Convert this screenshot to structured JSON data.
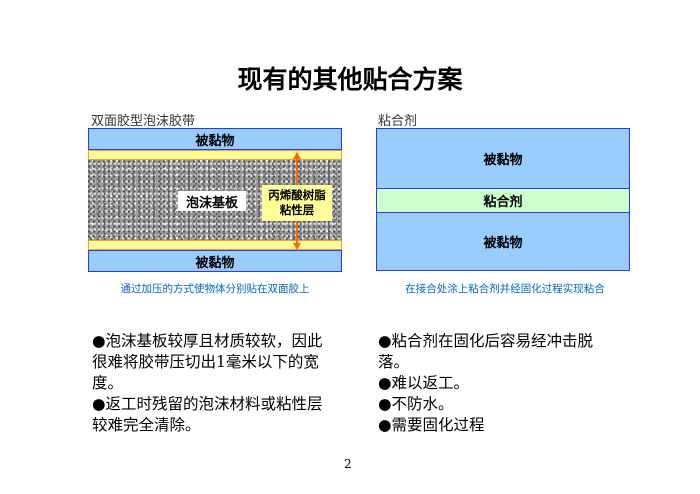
{
  "title": "现有的其他贴合方案",
  "left": {
    "label": "双面胶型泡沫胶带",
    "substrate_top": "被黏物",
    "foam": "泡沫基板",
    "adhesive_layer": "丙烯酸树脂\n粘性层",
    "adhesive_layer_l1": "丙烯酸树脂",
    "adhesive_layer_l2": "粘性层",
    "substrate_bottom": "被黏物",
    "caption": "通过加压的方式使物体分别贴在双面胶上",
    "bullets": [
      "●泡沫基板较厚且材质较软，因此很难将胶带压切出1毫米以下的宽度。",
      "●返工时残留的泡沫材料或粘性层较难完全清除。"
    ]
  },
  "right": {
    "label": "粘合剂",
    "substrate_top": "被黏物",
    "adhesive": "粘合剂",
    "substrate_bottom": "被黏物",
    "caption": "在接合处涂上粘合剂并经固化过程实现粘合",
    "bullets": [
      "●粘合剂在固化后容易经冲击脱落。",
      "●难以返工。",
      "●不防水。",
      "●需要固化过程"
    ]
  },
  "page_number": "2",
  "colors": {
    "substrate": "#99ccff",
    "adhesive_tape": "#ffff99",
    "adhesive_glue": "#ccffcc",
    "caption": "#0066cc",
    "arrow": "#ff6600"
  }
}
